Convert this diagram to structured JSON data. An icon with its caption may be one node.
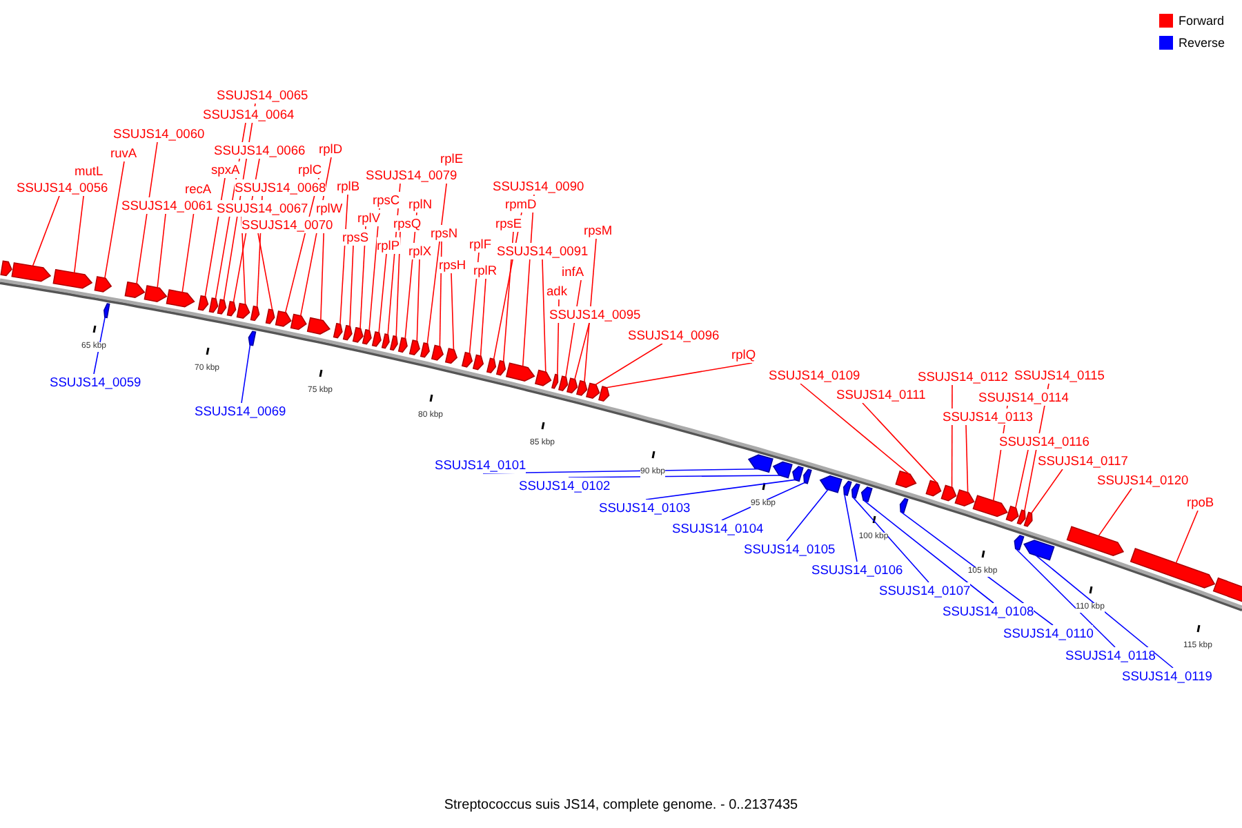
{
  "diagram": {
    "caption": "Streptococcus suis JS14, complete genome. - 0..2137435",
    "nodes": [
      {
        "text": [
          "SSUJS14_0056"
        ]
      },
      {
        "text": [
          "mutL"
        ]
      },
      {
        "text": [
          "ruvA"
        ]
      },
      {
        "text": [
          "SSUJS14_0060"
        ]
      },
      {
        "text": [
          "SSUJS14_0061"
        ]
      },
      {
        "text": [
          "recA"
        ]
      },
      {
        "text": [
          "SSUJS14_0065"
        ]
      },
      {
        "text": [
          "SSUJS14_0064"
        ]
      },
      {
        "text": [
          "SSUJS14_0066"
        ]
      },
      {
        "text": [
          "spxA"
        ]
      },
      {
        "text": [
          "SSUJS14_0068"
        ]
      },
      {
        "text": [
          "SSUJS14_0067"
        ]
      },
      {
        "text": [
          "SSUJS14_0070"
        ]
      },
      {
        "text": [
          "rplD"
        ]
      },
      {
        "text": [
          "rplC"
        ]
      },
      {
        "text": [
          "rplW"
        ]
      },
      {
        "text": [
          "rplB"
        ]
      },
      {
        "text": [
          "rpsC"
        ]
      },
      {
        "text": [
          "rplV"
        ]
      },
      {
        "text": [
          "rpsS"
        ]
      },
      {
        "text": [
          "SSUJS14_0079"
        ]
      },
      {
        "text": [
          "rpsQ"
        ]
      },
      {
        "text": [
          "rplP"
        ]
      },
      {
        "text": [
          "rplN"
        ]
      },
      {
        "text": [
          "rplE"
        ]
      },
      {
        "text": [
          "rplX"
        ]
      },
      {
        "text": [
          "rpsN"
        ]
      },
      {
        "text": [
          "rpsH"
        ]
      },
      {
        "text": [
          "rplF"
        ]
      },
      {
        "text": [
          "rplR"
        ]
      },
      {
        "text": [
          "SSUJS14_0090"
        ]
      },
      {
        "text": [
          "rpmD"
        ]
      },
      {
        "text": [
          "rpsE"
        ]
      },
      {
        "text": [
          "SSUJS14_0091"
        ]
      },
      {
        "text": [
          "rpsM"
        ]
      },
      {
        "text": [
          "infA"
        ]
      },
      {
        "text": [
          "adk"
        ]
      },
      {
        "text": [
          "SSUJS14_0095"
        ]
      },
      {
        "text": [
          "SSUJS14_0096"
        ]
      },
      {
        "text": [
          "rplQ"
        ]
      },
      {
        "text": [
          "SSUJS14_0109"
        ]
      },
      {
        "text": [
          "SSUJS14_0111"
        ]
      },
      {
        "text": [
          "SSUJS14_0112"
        ]
      },
      {
        "text": [
          "SSUJS14_0115"
        ]
      },
      {
        "text": [
          "SSUJS14_0114"
        ]
      },
      {
        "text": [
          "SSUJS14_0113"
        ]
      },
      {
        "text": [
          "SSUJS14_0116"
        ]
      },
      {
        "text": [
          "SSUJS14_0117"
        ]
      },
      {
        "text": [
          "SSUJS14_0120"
        ]
      },
      {
        "text": [
          "rpoB"
        ]
      },
      {
        "text": [
          "SSUJS14_0059"
        ]
      },
      {
        "text": [
          "SSUJS14_0069"
        ]
      },
      {
        "text": [
          "SSUJS14_0101"
        ]
      },
      {
        "text": [
          "SSUJS14_0102"
        ]
      },
      {
        "text": [
          "SSUJS14_0103"
        ]
      },
      {
        "text": [
          "SSUJS14_0104"
        ]
      },
      {
        "text": [
          "SSUJS14_0105"
        ]
      },
      {
        "text": [
          "SSUJS14_0106"
        ]
      },
      {
        "text": [
          "SSUJS14_0107"
        ]
      },
      {
        "text": [
          "SSUJS14_0108"
        ]
      },
      {
        "text": [
          "SSUJS14_0110"
        ]
      },
      {
        "text": [
          "SSUJS14_0118"
        ]
      },
      {
        "text": [
          "SSUJS14_0119"
        ]
      },
      {
        "text": [],
        "shape": "arrow"
      },
      {
        "text": [],
        "shape": "arrow"
      },
      {
        "text": [],
        "shape": "arrow"
      },
      {
        "text": [],
        "shape": "arrow"
      },
      {
        "text": [],
        "shape": "arrow"
      },
      {
        "text": [],
        "shape": "arrow"
      },
      {
        "text": [],
        "shape": "arrow"
      },
      {
        "text": [],
        "shape": "arrow"
      },
      {
        "text": [],
        "shape": "arrow"
      },
      {
        "text": [],
        "shape": "arrow"
      },
      {
        "text": [],
        "shape": "arrow"
      },
      {
        "text": [],
        "shape": "arrow"
      },
      {
        "text": [],
        "shape": "arrow"
      },
      {
        "text": [],
        "shape": "arrow"
      },
      {
        "text": [],
        "shape": "arrow"
      },
      {
        "text": [],
        "shape": "arrow"
      },
      {
        "text": [],
        "shape": "arrow"
      },
      {
        "text": [],
        "shape": "arrow"
      },
      {
        "text": [],
        "shape": "arrow"
      },
      {
        "text": [],
        "shape": "arrow"
      },
      {
        "text": [],
        "shape": "arrow"
      },
      {
        "text": [],
        "shape": "arrow"
      },
      {
        "text": [],
        "shape": "arrow"
      },
      {
        "text": [],
        "shape": "arrow"
      },
      {
        "text": [],
        "shape": "arrow"
      },
      {
        "text": [],
        "shape": "arrow"
      },
      {
        "text": [],
        "shape": "arrow"
      },
      {
        "text": [],
        "shape": "arrow"
      },
      {
        "text": [],
        "shape": "arrow"
      },
      {
        "text": [],
        "shape": "arrow"
      },
      {
        "text": [],
        "shape": "arrow"
      },
      {
        "text": [],
        "shape": "arrow"
      },
      {
        "text": [],
        "shape": "arrow"
      },
      {
        "text": [],
        "shape": "arrow"
      },
      {
        "text": [],
        "shape": "arrow"
      },
      {
        "text": [],
        "shape": "arrow"
      },
      {
        "text": [],
        "shape": "arrow"
      },
      {
        "text": [],
        "shape": "arrow"
      },
      {
        "text": [],
        "shape": "arrow"
      },
      {
        "text": [],
        "shape": "arrow"
      },
      {
        "text": [],
        "shape": "arrow"
      },
      {
        "text": [],
        "shape": "arrow"
      },
      {
        "text": [],
        "shape": "arrow"
      },
      {
        "text": [],
        "shape": "arrow"
      },
      {
        "text": [],
        "shape": "arrow"
      },
      {
        "text": [],
        "shape": "arrow"
      },
      {
        "text": [],
        "shape": "arrow"
      },
      {
        "text": [],
        "shape": "arrow"
      },
      {
        "text": [],
        "shape": "arrow"
      },
      {
        "text": [],
        "shape": "arrow"
      },
      {
        "text": [],
        "shape": "arrow"
      },
      {
        "text": [],
        "shape": "arrow"
      },
      {
        "text": [],
        "shape": "arrow"
      },
      {
        "text": [],
        "shape": "arrow"
      },
      {
        "text": [],
        "shape": "arrow"
      },
      {
        "text": [],
        "shape": "arrow"
      },
      {
        "text": [],
        "shape": "arrow"
      },
      {
        "text": [],
        "shape": "arrow"
      },
      {
        "text": [],
        "shape": "arrow"
      },
      {
        "text": [],
        "shape": "arrow"
      },
      {
        "text": [],
        "shape": "arrow"
      },
      {
        "text": [],
        "shape": "arrow"
      },
      {
        "text": [],
        "shape": "arrow"
      },
      {
        "text": [],
        "shape": "arrow"
      },
      {
        "text": [],
        "shape": "arrow"
      }
    ],
    "edges": [
      {
        "from": 0,
        "to": 64,
        "arrow": "none"
      },
      {
        "from": 1,
        "to": 65,
        "arrow": "none"
      },
      {
        "from": 2,
        "to": 66,
        "arrow": "none"
      },
      {
        "from": 3,
        "to": 68,
        "arrow": "none"
      },
      {
        "from": 4,
        "to": 69,
        "arrow": "none"
      },
      {
        "from": 5,
        "to": 70,
        "arrow": "none"
      },
      {
        "from": 6,
        "to": 73,
        "arrow": "none"
      },
      {
        "from": 7,
        "to": 72,
        "arrow": "none"
      },
      {
        "from": 8,
        "to": 74,
        "arrow": "none"
      },
      {
        "from": 9,
        "to": 71,
        "arrow": "none"
      },
      {
        "from": 10,
        "to": 76,
        "arrow": "none"
      },
      {
        "from": 11,
        "to": 75,
        "arrow": "none"
      },
      {
        "from": 12,
        "to": 78,
        "arrow": "none"
      },
      {
        "from": 13,
        "to": 80,
        "arrow": "none"
      },
      {
        "from": 14,
        "to": 79,
        "arrow": "none"
      },
      {
        "from": 15,
        "to": 81,
        "arrow": "none"
      },
      {
        "from": 16,
        "to": 82,
        "arrow": "none"
      },
      {
        "from": 17,
        "to": 85,
        "arrow": "none"
      },
      {
        "from": 18,
        "to": 84,
        "arrow": "none"
      },
      {
        "from": 19,
        "to": 83,
        "arrow": "none"
      },
      {
        "from": 20,
        "to": 87,
        "arrow": "none"
      },
      {
        "from": 21,
        "to": 88,
        "arrow": "none"
      },
      {
        "from": 22,
        "to": 86,
        "arrow": "none"
      },
      {
        "from": 23,
        "to": 89,
        "arrow": "none"
      },
      {
        "from": 24,
        "to": 91,
        "arrow": "none"
      },
      {
        "from": 25,
        "to": 90,
        "arrow": "none"
      },
      {
        "from": 26,
        "to": 92,
        "arrow": "none"
      },
      {
        "from": 27,
        "to": 93,
        "arrow": "none"
      },
      {
        "from": 28,
        "to": 94,
        "arrow": "none"
      },
      {
        "from": 29,
        "to": 95,
        "arrow": "none"
      },
      {
        "from": 30,
        "to": 98,
        "arrow": "none"
      },
      {
        "from": 31,
        "to": 96,
        "arrow": "none"
      },
      {
        "from": 32,
        "to": 97,
        "arrow": "none"
      },
      {
        "from": 33,
        "to": 99,
        "arrow": "none"
      },
      {
        "from": 34,
        "to": 103,
        "arrow": "none"
      },
      {
        "from": 35,
        "to": 101,
        "arrow": "none"
      },
      {
        "from": 36,
        "to": 100,
        "arrow": "none"
      },
      {
        "from": 37,
        "to": 102,
        "arrow": "none"
      },
      {
        "from": 38,
        "to": 104,
        "arrow": "none"
      },
      {
        "from": 39,
        "to": 105,
        "arrow": "none"
      },
      {
        "from": 40,
        "to": 114,
        "arrow": "none"
      },
      {
        "from": 41,
        "to": 116,
        "arrow": "none"
      },
      {
        "from": 42,
        "to": 117,
        "arrow": "none"
      },
      {
        "from": 43,
        "to": 121,
        "arrow": "none"
      },
      {
        "from": 44,
        "to": 119,
        "arrow": "none"
      },
      {
        "from": 45,
        "to": 118,
        "arrow": "none"
      },
      {
        "from": 46,
        "to": 120,
        "arrow": "none"
      },
      {
        "from": 47,
        "to": 123,
        "arrow": "none"
      },
      {
        "from": 48,
        "to": 125,
        "arrow": "none"
      },
      {
        "from": 49,
        "to": 126,
        "arrow": "none"
      },
      {
        "from": 50,
        "to": 67,
        "arrow": "none",
        "color": "#0000ff"
      },
      {
        "from": 51,
        "to": 77,
        "arrow": "none",
        "color": "#0000ff"
      },
      {
        "from": 52,
        "to": 106,
        "arrow": "none",
        "color": "#0000ff"
      },
      {
        "from": 53,
        "to": 107,
        "arrow": "none",
        "color": "#0000ff"
      },
      {
        "from": 54,
        "to": 108,
        "arrow": "none",
        "color": "#0000ff"
      },
      {
        "from": 55,
        "to": 109,
        "arrow": "none",
        "color": "#0000ff"
      },
      {
        "from": 56,
        "to": 110,
        "arrow": "none",
        "color": "#0000ff"
      },
      {
        "from": 57,
        "to": 111,
        "arrow": "none",
        "color": "#0000ff"
      },
      {
        "from": 58,
        "to": 112,
        "arrow": "none",
        "color": "#0000ff"
      },
      {
        "from": 59,
        "to": 113,
        "arrow": "none",
        "color": "#0000ff"
      },
      {
        "from": 60,
        "to": 115,
        "arrow": "none",
        "color": "#0000ff"
      },
      {
        "from": 61,
        "to": 122,
        "arrow": "none",
        "color": "#0000ff"
      },
      {
        "from": 62,
        "to": 124,
        "arrow": "none",
        "color": "#0000ff"
      }
    ],
    "labels": [
      "65 kbp",
      "70 kbp",
      "75 kbp",
      "80 kbp",
      "85 kbp",
      "90 kbp",
      "95 kbp",
      "100 kbp",
      "105 kbp",
      "110 kbp",
      "115 kbp"
    ],
    "legend": [
      {
        "text": "Forward",
        "color": "#ff0000"
      },
      {
        "text": "Reverse",
        "color": "#0000ff"
      }
    ]
  }
}
